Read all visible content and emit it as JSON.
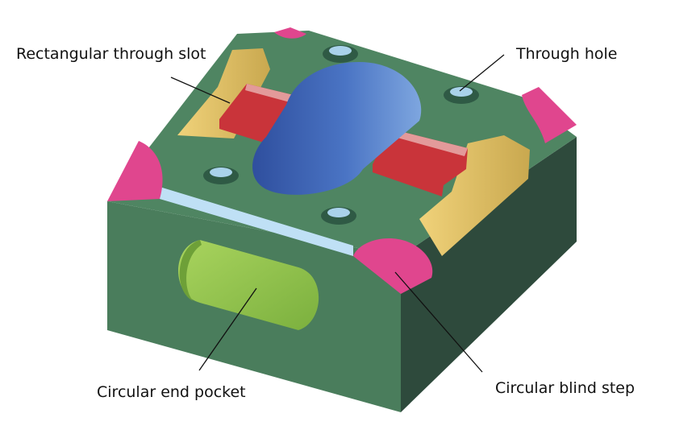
{
  "labels": {
    "rect_slot": "Rectangular through slot",
    "through_hole": "Through hole",
    "pocket": "Circular end pocket",
    "blind_step": "Circular blind step"
  },
  "colors": {
    "body_top": "#4f8562",
    "body_front": "#4a7d5c",
    "body_right": "#2e4a3c",
    "slot_wall": "#c9343a",
    "slot_wall_top": "#e39a9a",
    "slot_gold": "#e2c36a",
    "slot_gold_dark": "#c9a84f",
    "blind_step": "#e0468e",
    "pocket": "#8cc24a",
    "pocket_dark": "#6ea038",
    "center_pocket": "#3f63b5",
    "center_pocket_light": "#6f9ad8",
    "edge_highlight": "#bfe0f5",
    "leader_line": "#111111"
  }
}
